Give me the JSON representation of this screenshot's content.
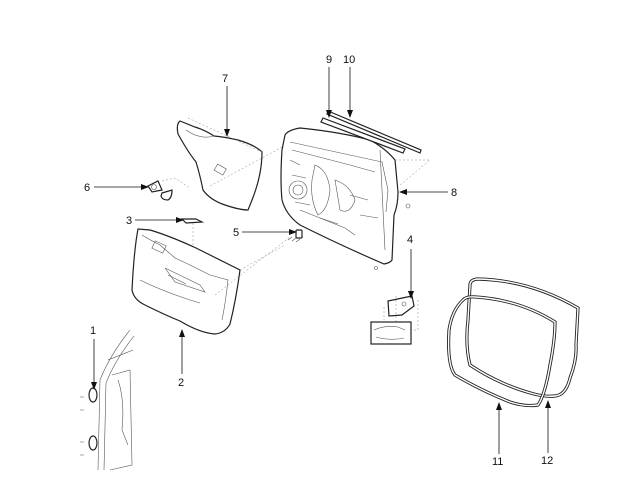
{
  "diagram": {
    "title": "Front Door Exploded View",
    "callouts": [
      {
        "id": "1",
        "label": "1"
      },
      {
        "id": "2",
        "label": "2"
      },
      {
        "id": "3",
        "label": "3"
      },
      {
        "id": "4",
        "label": "4"
      },
      {
        "id": "5",
        "label": "5"
      },
      {
        "id": "6",
        "label": "6"
      },
      {
        "id": "7",
        "label": "7"
      },
      {
        "id": "8",
        "label": "8"
      },
      {
        "id": "9",
        "label": "9"
      },
      {
        "id": "10",
        "label": "10"
      },
      {
        "id": "11",
        "label": "11"
      },
      {
        "id": "12",
        "label": "12"
      }
    ]
  }
}
